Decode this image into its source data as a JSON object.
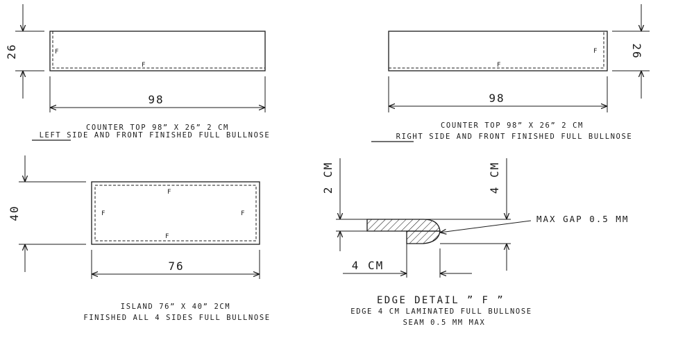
{
  "left_counter": {
    "height_dim": "26",
    "width_dim": "98",
    "edge_mark_side": "F",
    "edge_mark_front": "F",
    "caption_line1": "COUNTER TOP 98” X 26”  2 CM",
    "caption_emphasis": "LEFT",
    "caption_line2_rest": " SIDE AND FRONT FINISHED FULL BULLNOSE"
  },
  "right_counter": {
    "height_dim": "26",
    "width_dim": "98",
    "edge_mark_side": "F",
    "edge_mark_front": "F",
    "caption_line1": "COUNTER TOP 98” X 26”  2 CM",
    "caption_emphasis": "RIGHT",
    "caption_line2_rest": " SIDE AND FRONT FINISHED FULL BULLNOSE"
  },
  "island": {
    "height_dim": "40",
    "width_dim": "76",
    "edge_mark_top": "F",
    "edge_mark_left": "F",
    "edge_mark_right": "F",
    "edge_mark_bottom": "F",
    "caption_line1": "ISLAND 76” X 40” 2CM",
    "caption_line2": "FINISHED ALL 4 SIDES FULL BULLNOSE"
  },
  "edge_detail": {
    "dim_2cm": "2 CM",
    "dim_4cm_vertical": "4 CM",
    "dim_4cm_horizontal": "4 CM",
    "gap_label": "MAX GAP 0.5 MM",
    "title": "EDGE DETAIL ” F ”",
    "line1": "EDGE 4 CM LAMINATED FULL BULLNOSE",
    "line2": "SEAM 0.5 MM MAX"
  }
}
